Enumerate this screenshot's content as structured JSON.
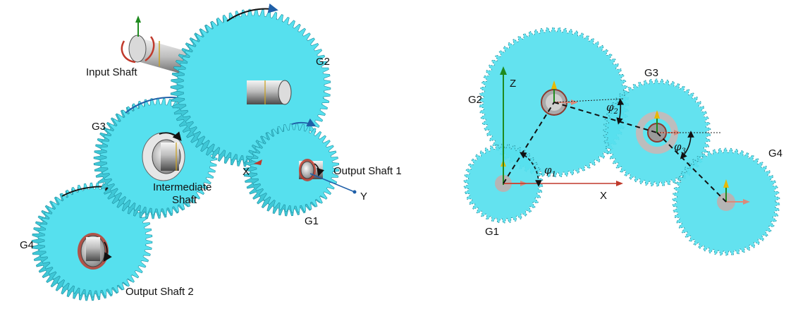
{
  "colors": {
    "gear_fill": "#56e0ee",
    "gear_tooth": "#3fc7d6",
    "gear_edge": "#1f8fa0",
    "shaft_light": "#f2f2f2",
    "shaft_dark": "#5a5a5a",
    "arrow_blue": "#1f5fa8",
    "axis_green": "#1f8a1f",
    "arrow_red": "#c0392b"
  },
  "left": {
    "gear_labels": {
      "g1": "G1",
      "g2": "G2",
      "g3": "G3",
      "g4": "G4"
    },
    "shaft_labels": {
      "input": "Input Shaft",
      "intermediate_line1": "Intermediate",
      "intermediate_line2": "Shaft",
      "output1": "Output Shaft 1",
      "output2": "Output Shaft 2"
    },
    "axis_labels": {
      "x": "X",
      "y": "Y"
    }
  },
  "right": {
    "gear_labels": {
      "g1": "G1",
      "g2": "G2",
      "g3": "G3",
      "g4": "G4"
    },
    "axis_labels": {
      "x": "X",
      "z": "Z"
    },
    "angles": {
      "phi1_symbol": "φ",
      "phi1_sub": "1",
      "phi2_symbol": "φ",
      "phi2_sub": "2",
      "phi3_symbol": "φ",
      "phi3_sub": "3"
    }
  }
}
